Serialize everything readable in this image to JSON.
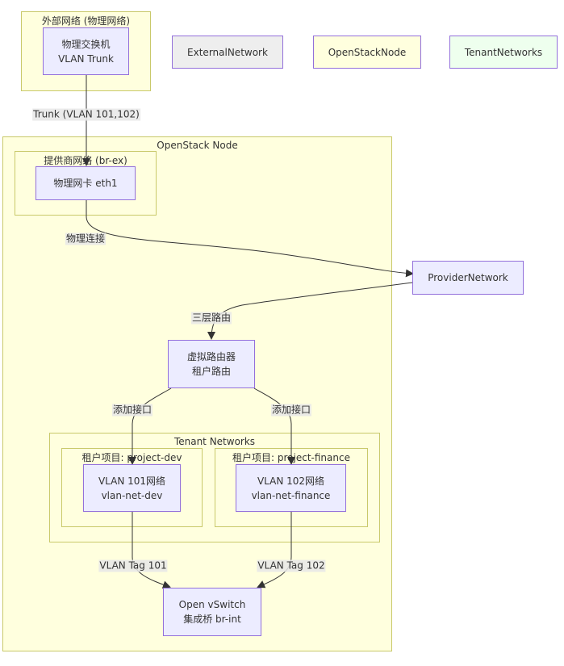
{
  "clusters": {
    "external": "外部网络 (物理网络)",
    "openstack": "OpenStack Node",
    "provider": "提供商网络 (br-ex)",
    "tenant": "Tenant Networks",
    "dev": "租户项目: project-dev",
    "finance": "租户项目: project-finance"
  },
  "nodes": {
    "switch": [
      "物理交换机",
      "VLAN Trunk"
    ],
    "eth1": [
      "物理网卡 eth1"
    ],
    "provider_network": [
      "ProviderNetwork"
    ],
    "router": [
      "虚拟路由器",
      "租户路由"
    ],
    "vlan101": [
      "VLAN 101网络",
      "vlan-net-dev"
    ],
    "vlan102": [
      "VLAN 102网络",
      "vlan-net-finance"
    ],
    "ovs": [
      "Open vSwitch",
      "集成桥 br-int"
    ]
  },
  "legend": {
    "external": "ExternalNetwork",
    "openstack": "OpenStackNode",
    "tenant": "TenantNetworks"
  },
  "colors": {
    "external_fill": "#eeeeee",
    "openstack_fill": "#ffffde",
    "tenant_fill": "#eeffee",
    "node_fill": "#ececff",
    "node_border": "#9370db",
    "edge": "#333333"
  },
  "edges": {
    "trunk": "Trunk (VLAN 101,102)",
    "physical": "物理连接",
    "l3": "三层路由",
    "add_iface_1": "添加接口",
    "add_iface_2": "添加接口",
    "tag101": "VLAN Tag 101",
    "tag102": "VLAN Tag 102"
  }
}
